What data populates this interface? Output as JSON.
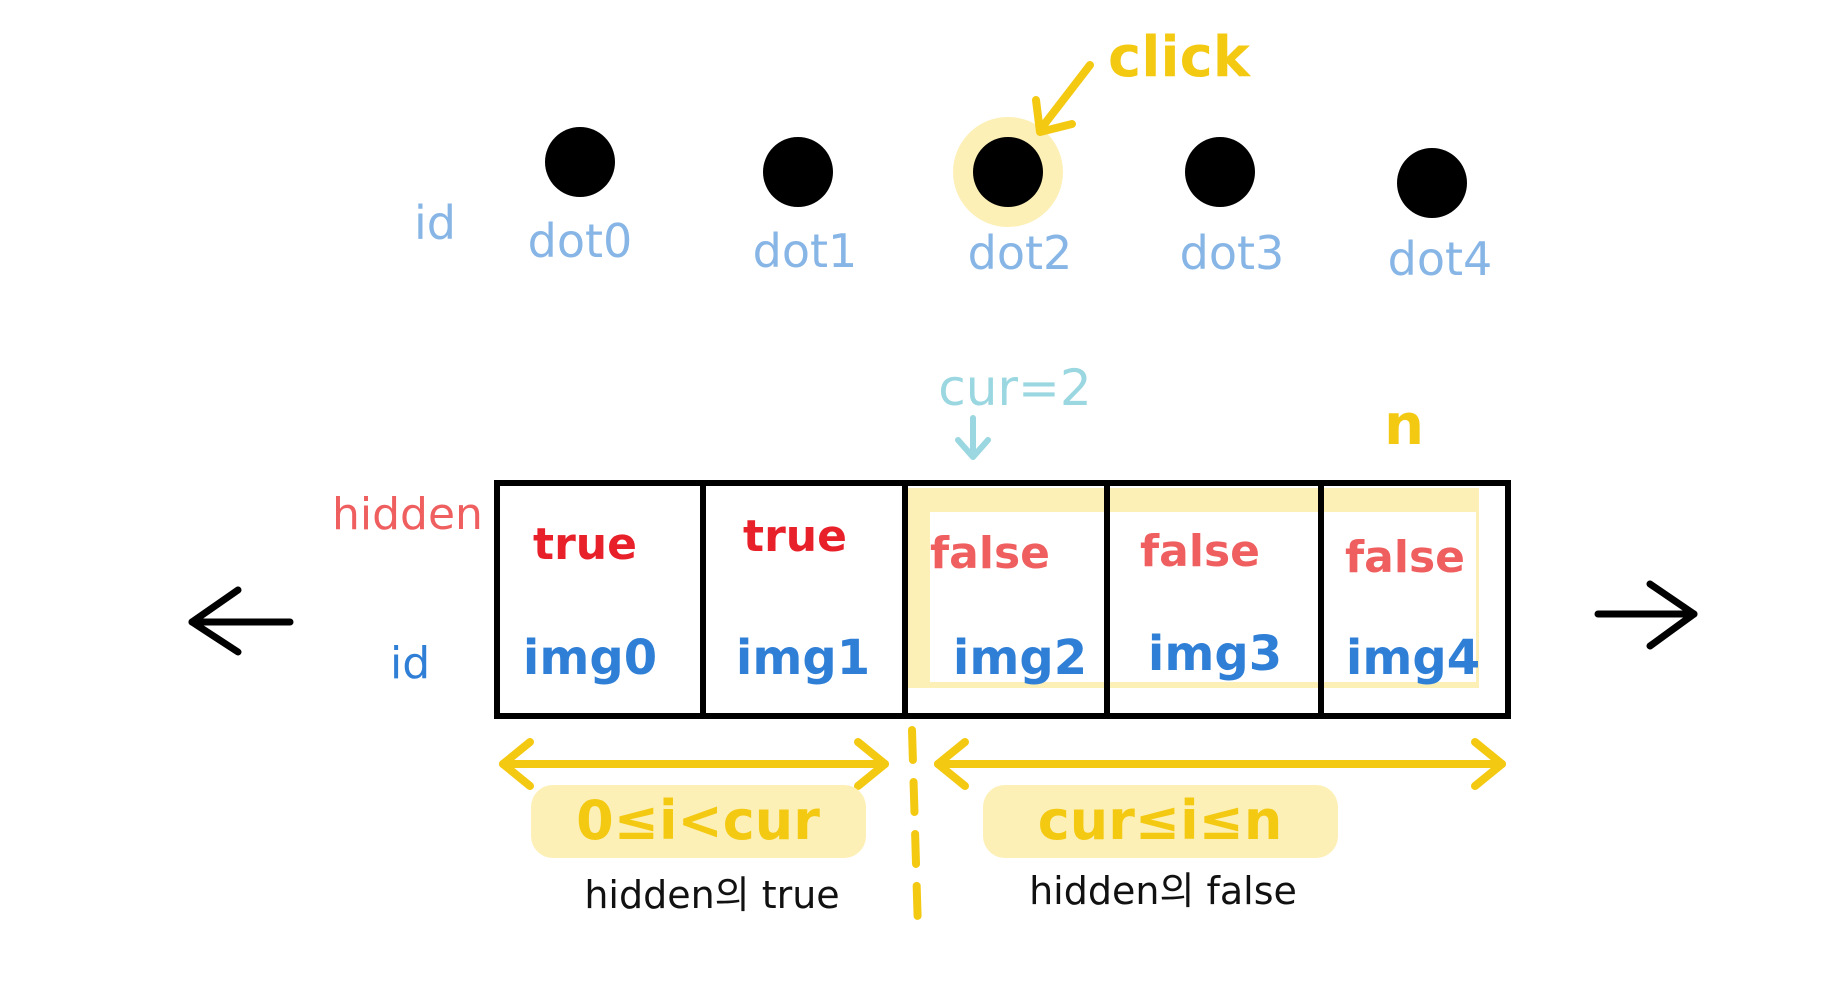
{
  "colors": {
    "dot": "#000000",
    "dot_label": "#86b5e6",
    "id_label": "#2f7fd6",
    "hidden_label": "#ef5f5f",
    "true_text": "#e8202a",
    "false_text": "#ef5f5f",
    "accent_yellow": "#f4c912",
    "highlight_yellow": "#fdf0b6",
    "cur_color": "#9ad7e0"
  },
  "dots": {
    "row_label": "id",
    "items": [
      {
        "label": "dot0"
      },
      {
        "label": "dot1"
      },
      {
        "label": "dot2",
        "clicked": true
      },
      {
        "label": "dot3"
      },
      {
        "label": "dot4"
      }
    ],
    "click_label": "click"
  },
  "array": {
    "hidden_label": "hidden",
    "id_label": "id",
    "cur_label": "cur=2",
    "n_label": "n",
    "cells": [
      {
        "hidden": "true",
        "id": "img0"
      },
      {
        "hidden": "true",
        "id": "img1"
      },
      {
        "hidden": "false",
        "id": "img2"
      },
      {
        "hidden": "false",
        "id": "img3"
      },
      {
        "hidden": "false",
        "id": "img4"
      }
    ]
  },
  "ranges": {
    "left": {
      "label": "0≤i<cur",
      "note": "hidden의 true"
    },
    "right": {
      "label": "cur≤i≤n",
      "note": "hidden의 false"
    }
  },
  "icons": {
    "left_arrow": "arrow-left-icon",
    "right_arrow": "arrow-right-icon"
  }
}
